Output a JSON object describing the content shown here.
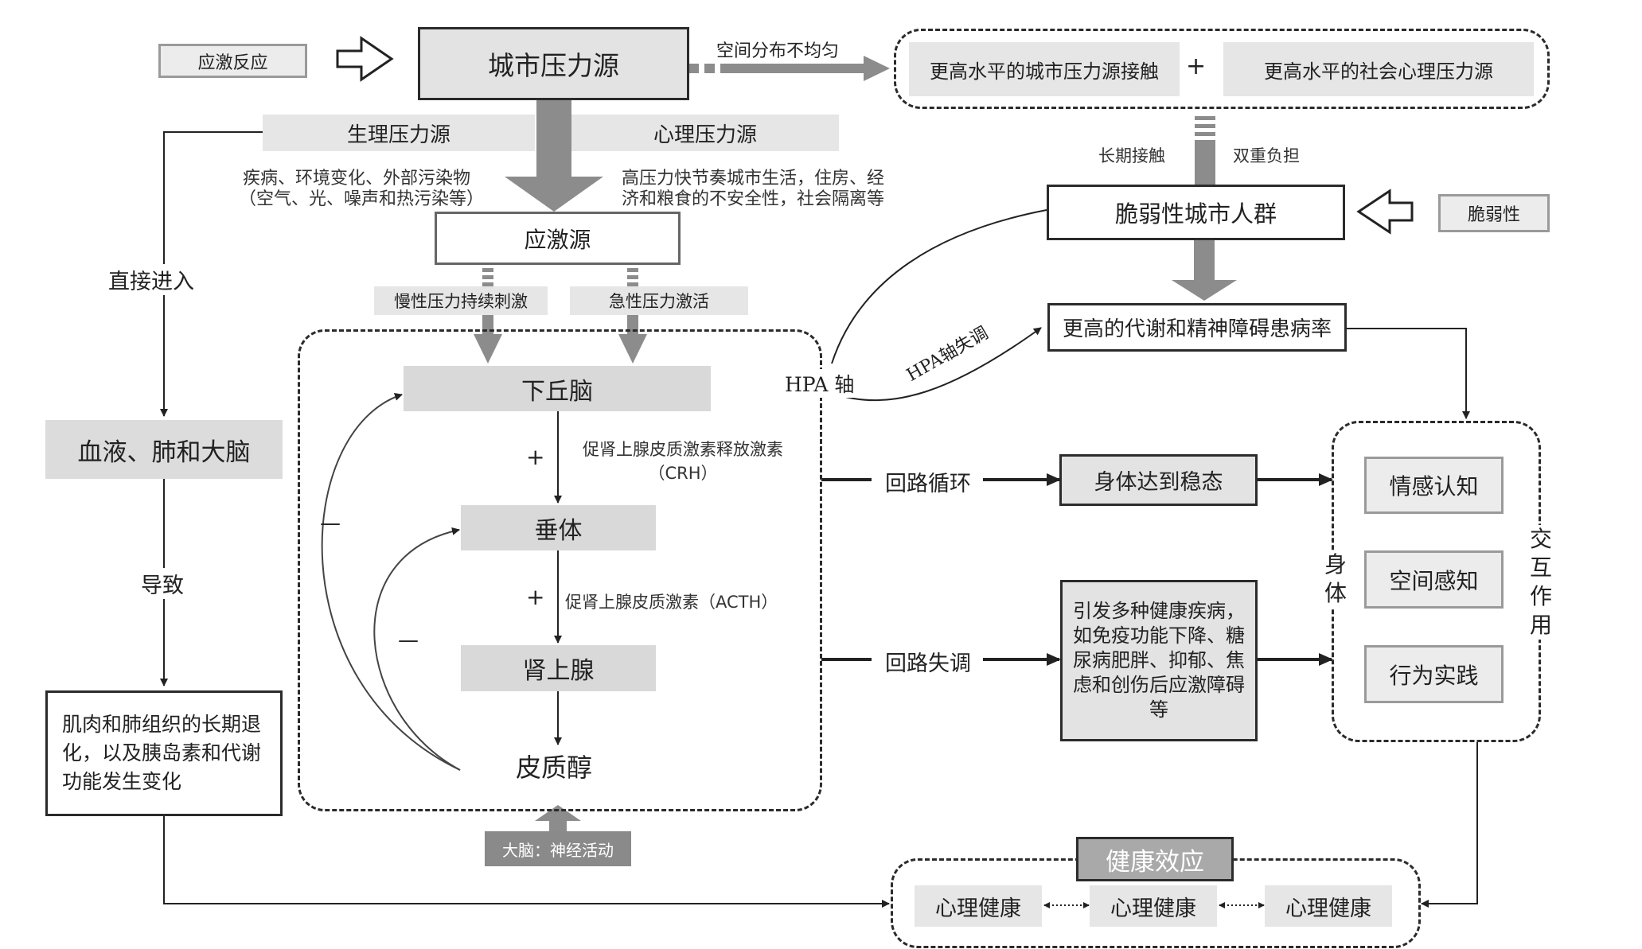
{
  "top": {
    "stress_response": "应激反应",
    "urban_stressor": "城市压力源",
    "uneven_distribution": "空间分布不均匀",
    "higher_exposure": "更高水平的城市压力源接触",
    "plus": "+",
    "higher_psychosocial": "更高水平的社会心理压力源"
  },
  "stressors": {
    "physiological": "生理压力源",
    "psychological": "心理压力源",
    "physiological_desc_1": "疾病、环境变化、外部污染物",
    "physiological_desc_2": "（空气、光、噪声和热污染等）",
    "psychological_desc_1": "高压力快节奏城市生活，住房、经",
    "psychological_desc_2": "济和粮食的不安全性，社会隔离等",
    "stress_source": "应激源",
    "chronic": "慢性压力持续刺激",
    "acute": "急性压力激活"
  },
  "left_path": {
    "direct_entry": "直接进入",
    "blood_lung_brain": "血液、肺和大脑",
    "leads_to": "导致",
    "degeneration": "肌肉和肺组织的长期退化，以及胰岛素和代谢功能发生变化"
  },
  "hpa": {
    "hypothalamus": "下丘脑",
    "crh": "促肾上腺皮质激素释放激素（CRH）",
    "pituitary": "垂体",
    "acth": "促肾上腺皮质激素（ACTH）",
    "adrenal": "肾上腺",
    "cortisol": "皮质醇",
    "plus": "+",
    "minus": "—",
    "brain_activity": "大脑：神经活动",
    "hpa_axis": "HPA 轴",
    "hpa_dysregulation": "HPA轴失调"
  },
  "vulnerable": {
    "long_exposure": "长期接触",
    "double_burden": "双重负担",
    "population": "脆弱性城市人群",
    "vulnerability": "脆弱性",
    "morbidity": "更高的代谢和精神障碍患病率"
  },
  "loops": {
    "circulation": "回路循环",
    "homeostasis": "身体达到稳态",
    "dysregulation": "回路失调",
    "diseases": "引发多种健康疾病，如免疫功能下降、糖尿病肥胖、抑郁、焦虑和创伤后应激障碍等"
  },
  "body": {
    "body_label": "身体",
    "interaction": "交互作用",
    "affective": "情感认知",
    "spatial": "空间感知",
    "behavior": "行为实践"
  },
  "health": {
    "title": "健康效应",
    "items": [
      "心理健康",
      "心理健康",
      "心理健康"
    ]
  }
}
